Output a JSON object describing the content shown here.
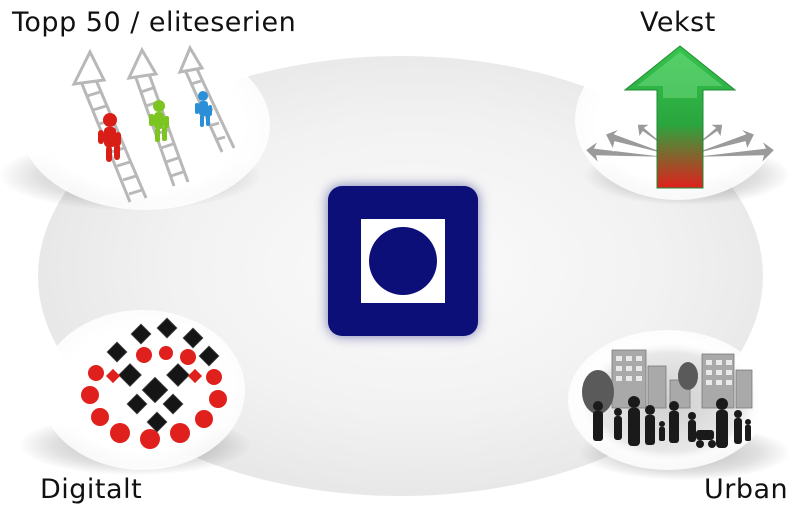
{
  "labels": {
    "top_left": "Topp 50 / eliteserien",
    "top_right": "Vekst",
    "bottom_left": "Digitalt",
    "bottom_right": "Urban"
  },
  "colors": {
    "logo_blue": "#0d0f78",
    "backdrop": "#eeeeee",
    "arrow_green": "#2fb84a",
    "arrow_red": "#e0201c",
    "cube_red": "#e0201c",
    "cube_black": "#111111"
  },
  "icons": {
    "top_left": "ladder-climbers-icon",
    "top_right": "growth-arrow-icon",
    "bottom_left": "network-cubes-icon",
    "bottom_right": "city-people-icon",
    "center": "organization-logo"
  }
}
